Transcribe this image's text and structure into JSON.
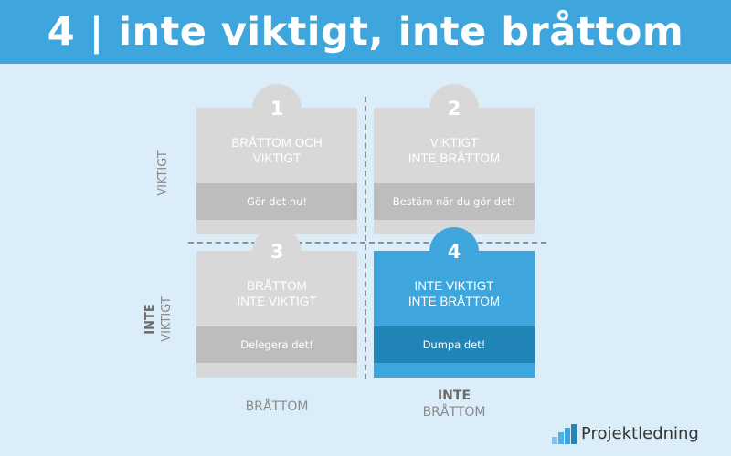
{
  "header": {
    "title": "4 | inte viktigt, inte bråttom"
  },
  "quadrants": [
    {
      "number": "1",
      "lines": [
        "BRÅTTOM OCH",
        "VIKTIGT"
      ],
      "action": "Gör det nu!"
    },
    {
      "number": "2",
      "lines": [
        "VIKTIGT",
        "INTE BRÅTTOM"
      ],
      "action": "Bestäm när du gör det!"
    },
    {
      "number": "3",
      "lines": [
        "BRÅTTOM",
        "INTE VIKTIGT"
      ],
      "action": "Delegera det!"
    },
    {
      "number": "4",
      "lines": [
        "INTE VIKTIGT",
        "INTE BRÅTTOM"
      ],
      "action": "Dumpa det!"
    }
  ],
  "axes": {
    "left_top": "VIKTIGT",
    "left_bottom_strong": "INTE",
    "left_bottom_light": "VIKTIGT",
    "bottom_left": "BRÅTTOM",
    "bottom_right_strong": "INTE",
    "bottom_right_light": "BRÅTTOM"
  },
  "logo": {
    "text": "Projektledning",
    "icon": "bar-chart-icon"
  },
  "colors": {
    "header": "#3ea6dd",
    "background": "#dbedf8",
    "quadrant": "#d8d8d8",
    "quadrant_bar": "#bdbdbd",
    "highlight": "#3ea6dd",
    "highlight_bar": "#2185b8"
  }
}
